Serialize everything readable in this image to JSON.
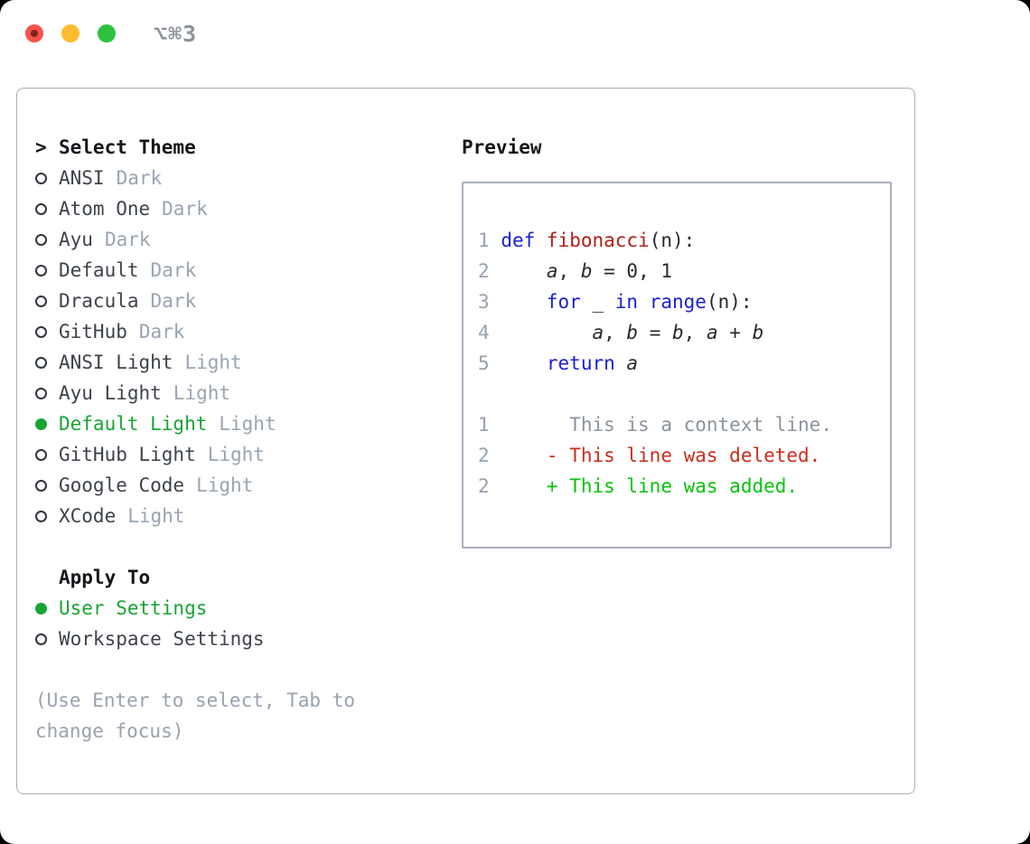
{
  "window": {
    "title": "⌥⌘3",
    "buttons": [
      {
        "name": "close",
        "color": "#f5534b",
        "dot": true
      },
      {
        "name": "minimize",
        "color": "#fdbc2e",
        "dot": false
      },
      {
        "name": "zoom",
        "color": "#2ec23e",
        "dot": false
      }
    ]
  },
  "theme_panel": {
    "header": {
      "prefix": ">",
      "label": "Select Theme"
    },
    "themes": [
      {
        "name": "ANSI",
        "variant": "Dark",
        "selected": false
      },
      {
        "name": "Atom One",
        "variant": "Dark",
        "selected": false
      },
      {
        "name": "Ayu",
        "variant": "Dark",
        "selected": false
      },
      {
        "name": "Default",
        "variant": "Dark",
        "selected": false
      },
      {
        "name": "Dracula",
        "variant": "Dark",
        "selected": false
      },
      {
        "name": "GitHub",
        "variant": "Dark",
        "selected": false
      },
      {
        "name": "ANSI Light",
        "variant": "Light",
        "selected": false
      },
      {
        "name": "Ayu Light",
        "variant": "Light",
        "selected": false
      },
      {
        "name": "Default Light",
        "variant": "Light",
        "selected": true
      },
      {
        "name": "GitHub Light",
        "variant": "Light",
        "selected": false
      },
      {
        "name": "Google Code",
        "variant": "Light",
        "selected": false
      },
      {
        "name": "XCode",
        "variant": "Light",
        "selected": false
      }
    ],
    "apply_to": {
      "label": "Apply To",
      "options": [
        {
          "label": "User Settings",
          "selected": true
        },
        {
          "label": "Workspace Settings",
          "selected": false
        }
      ]
    },
    "hint": "(Use Enter to select, Tab to change focus)"
  },
  "preview": {
    "label": "Preview",
    "code_lines": [
      {
        "num": "1",
        "segments": [
          [
            "def",
            "kw"
          ],
          [
            " ",
            "pl"
          ],
          [
            "fibonacci",
            "fn"
          ],
          [
            "(n):",
            "pl"
          ]
        ]
      },
      {
        "num": "2",
        "segments": [
          [
            "    ",
            "pl"
          ],
          [
            "a",
            "var"
          ],
          [
            ", ",
            "pl"
          ],
          [
            "b",
            "var"
          ],
          [
            " = 0, 1",
            "pl"
          ]
        ]
      },
      {
        "num": "3",
        "segments": [
          [
            "    ",
            "pl"
          ],
          [
            "for",
            "kw"
          ],
          [
            " _ ",
            "pl"
          ],
          [
            "in",
            "kw"
          ],
          [
            " ",
            "pl"
          ],
          [
            "range",
            "kw"
          ],
          [
            "(n):",
            "pl"
          ]
        ]
      },
      {
        "num": "4",
        "segments": [
          [
            "        ",
            "pl"
          ],
          [
            "a",
            "var"
          ],
          [
            ", ",
            "pl"
          ],
          [
            "b",
            "var"
          ],
          [
            " = ",
            "pl"
          ],
          [
            "b",
            "var"
          ],
          [
            ", ",
            "pl"
          ],
          [
            "a",
            "var"
          ],
          [
            " + ",
            "pl"
          ],
          [
            "b",
            "var"
          ]
        ]
      },
      {
        "num": "5",
        "segments": [
          [
            "    ",
            "pl"
          ],
          [
            "return",
            "kw"
          ],
          [
            " ",
            "pl"
          ],
          [
            "a",
            "var"
          ]
        ]
      },
      {
        "num": "",
        "segments": []
      },
      {
        "num": "1",
        "segments": [
          [
            "      This is a context line.",
            "ctx"
          ]
        ]
      },
      {
        "num": "2",
        "segments": [
          [
            "    - This line was deleted.",
            "del"
          ]
        ]
      },
      {
        "num": "2",
        "segments": [
          [
            "    + This line was added.",
            "add"
          ]
        ]
      }
    ]
  },
  "colors": {
    "selected_green": "#17a534",
    "keyword_blue": "#1a1fd3",
    "function_red": "#b01f17",
    "diff_deleted_red": "#cc2d1b",
    "diff_added_green": "#05c30a",
    "muted_gray": "#9aa4b1",
    "panel_border": "#a9afba",
    "traffic_close": "#f5534b",
    "traffic_minimize": "#fdbc2e",
    "traffic_zoom": "#2ec23e"
  }
}
